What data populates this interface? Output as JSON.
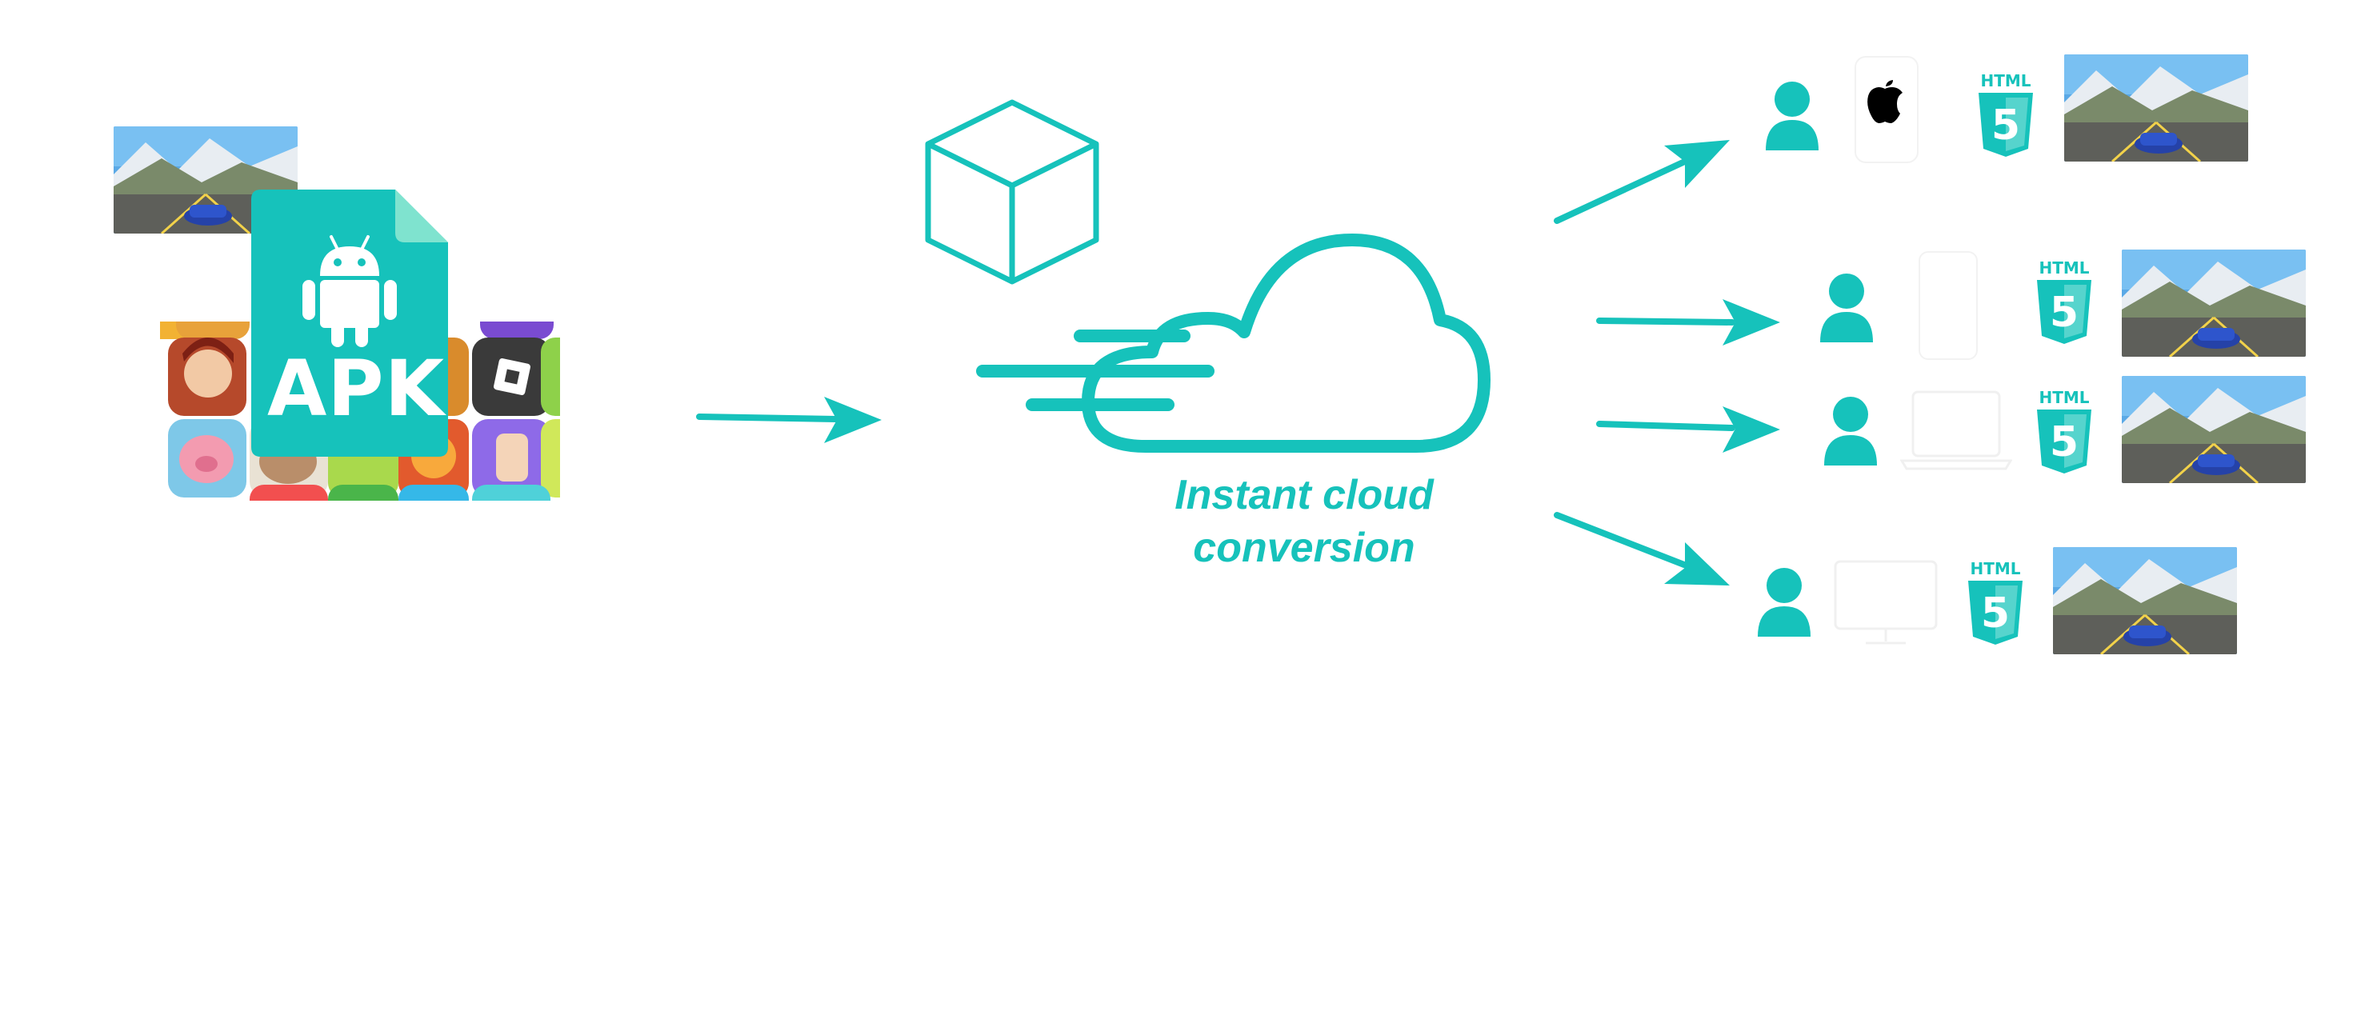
{
  "diagram": {
    "accent_color": "#16c2bb",
    "accent_light": "#7fe3cf",
    "input": {
      "file_label": "APK",
      "icons": [
        "android-icon",
        "apk-file-icon",
        "game-screenshot",
        "app-icon-grid"
      ]
    },
    "cloud": {
      "caption_line1": "Instant cloud",
      "caption_line2": "conversion",
      "icons": [
        "cube-icon",
        "cloud-icon"
      ]
    },
    "outputs": [
      {
        "device": "iphone",
        "badge_label": "HTML",
        "badge_number": "5"
      },
      {
        "device": "phone",
        "badge_label": "HTML",
        "badge_number": "5"
      },
      {
        "device": "laptop",
        "badge_label": "HTML",
        "badge_number": "5"
      },
      {
        "device": "desktop-monitor",
        "badge_label": "HTML",
        "badge_number": "5"
      }
    ]
  }
}
